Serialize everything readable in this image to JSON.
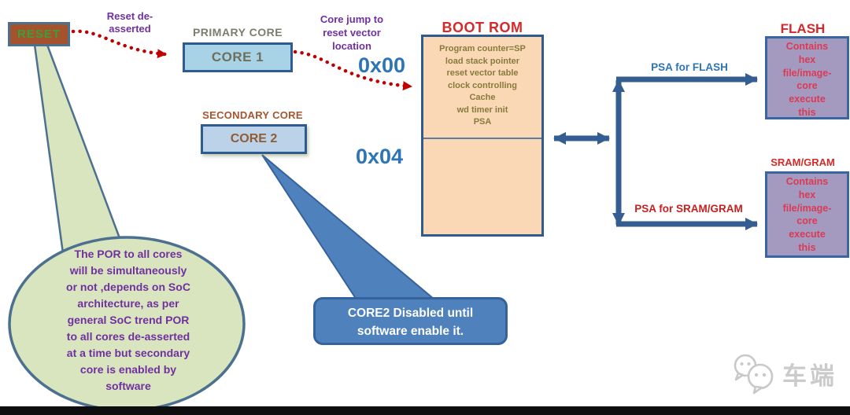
{
  "nodes": {
    "reset": {
      "label": "RESET"
    },
    "primary": {
      "caption": "PRIMARY CORE",
      "label": "CORE 1"
    },
    "secondary": {
      "caption": "SECONDARY CORE",
      "label": "CORE 2"
    },
    "boot_rom": {
      "title": "BOOT ROM",
      "contents": "Program counter=SP\nload stack pointer\nreset vector table\nclock controlling\nCache\nwd timer init\nPSA"
    },
    "flash": {
      "title": "FLASH",
      "contents": "Contains\nhex\nfile/image-\ncore\nexecute\nthis"
    },
    "sram": {
      "title": "SRAM/GRAM",
      "contents": "Contains\nhex\nfile/image-\ncore\nexecute\nthis"
    }
  },
  "annotations": {
    "reset_deasserted": "Reset de-\nasserted",
    "core_jump": "Core jump to\nreset vector\nlocation",
    "addr_0x00": "0x00",
    "addr_0x04": "0x04",
    "psa_flash": "PSA for  FLASH",
    "psa_sram": "PSA for SRAM/GRAM"
  },
  "callouts": {
    "por_note": "The  POR to all cores\nwill be simultaneously\nor not ,depends on SoC\narchitecture, as per\ngeneral SoC trend  POR\nto all cores de-asserted\nat a time but secondary\ncore is enabled by\nsoftware",
    "core2_disabled": "CORE2 Disabled until\nsoftware enable it."
  },
  "watermark": {
    "text": "车端"
  },
  "colors": {
    "accent_blue": "#2E75B6",
    "arrow_blue": "#345E92",
    "alert_red": "#C00000",
    "purple_note": "#7030A0",
    "bootrom_fill": "#FAD7B5",
    "memory_fill": "#A49AC0",
    "balloon_green": "#D9E5BE",
    "callout_blue": "#4F81BD",
    "reset_brown": "#A4532C",
    "reset_text_green": "#3AA03A"
  }
}
